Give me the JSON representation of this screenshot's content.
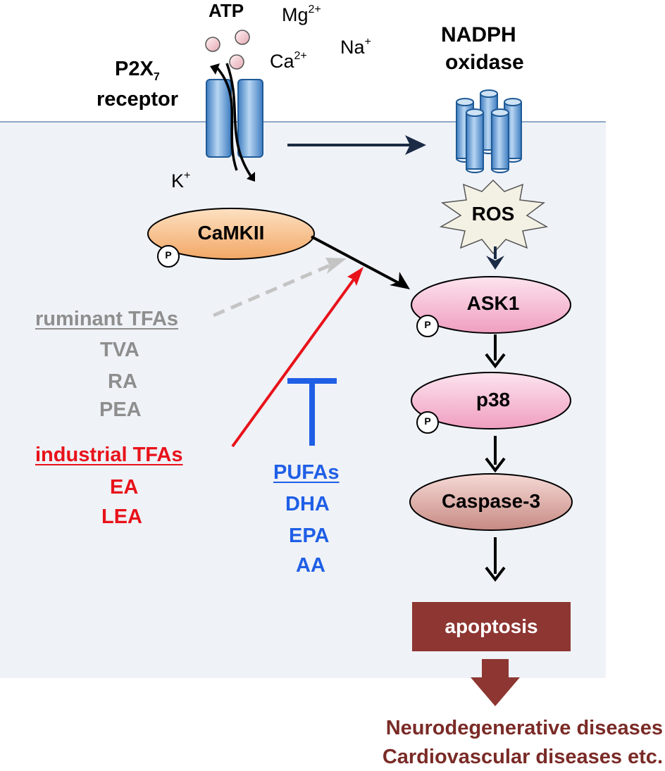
{
  "ions": {
    "atp": "ATP",
    "mg": "Mg",
    "mg_charge": "2+",
    "ca": "Ca",
    "ca_charge": "2+",
    "na": "Na",
    "na_charge": "+",
    "k": "K",
    "k_charge": "+"
  },
  "p2x7": {
    "name": "P2X",
    "subscript": "7",
    "line2": "receptor"
  },
  "nadph": {
    "line1": "NADPH",
    "line2": "oxidase"
  },
  "nodes": {
    "ros": "ROS",
    "camkii": "CaMKII",
    "ask1": "ASK1",
    "p38": "p38",
    "caspase3": "Caspase-3",
    "phospho": "P"
  },
  "ruminant": {
    "heading": "ruminant TFAs",
    "items": [
      "TVA",
      "RA",
      "PEA"
    ]
  },
  "industrial": {
    "heading": "industrial TFAs",
    "items": [
      "EA",
      "LEA"
    ]
  },
  "pufa": {
    "heading": "PUFAs",
    "items": [
      "DHA",
      "EPA",
      "AA"
    ]
  },
  "outcome": {
    "apoptosis": "apoptosis",
    "diseases": [
      "Neurodegenerative diseases",
      "Cardiovascular diseases etc."
    ]
  },
  "colors": {
    "gray": "#8e8e8e",
    "red": "#e8121a",
    "blue": "#1f5fe6",
    "navy": "#1b2b45",
    "brown": "#8d3632"
  }
}
